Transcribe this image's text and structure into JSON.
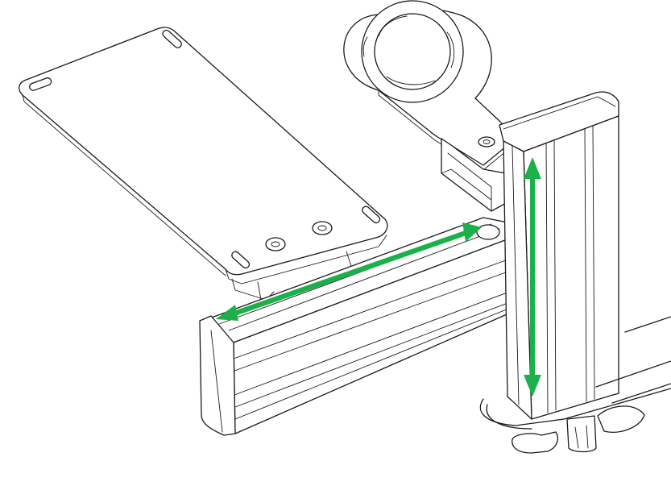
{
  "diagram": {
    "arrow_color": "#1bb04a",
    "line_color": "#1a1a1a",
    "parts": [
      "mounting-plate",
      "ring-mount-plate",
      "vertical-extrusion-post",
      "horizontal-extrusion-arm",
      "desk-clamp"
    ],
    "arrows": [
      {
        "name": "horizontal-adjust-arrow",
        "direction": "bidirectional"
      },
      {
        "name": "vertical-adjust-arrow",
        "direction": "bidirectional"
      }
    ]
  }
}
